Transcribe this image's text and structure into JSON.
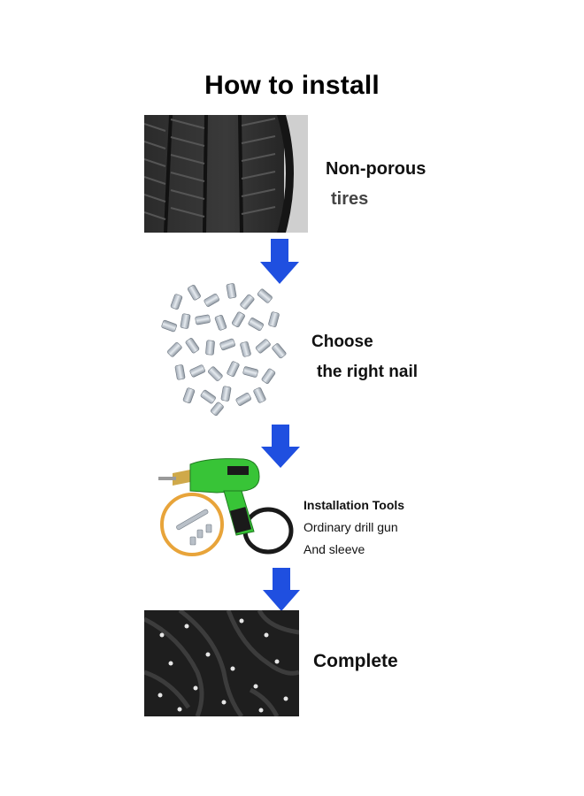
{
  "title": "How to install",
  "steps": [
    {
      "lines": [
        "Non-porous",
        "tires"
      ],
      "image": "tire-tread-image"
    },
    {
      "lines": [
        "Choose",
        "the right nail"
      ],
      "image": "tire-studs-image"
    },
    {
      "lines": [
        "Installation Tools",
        "Ordinary drill gun",
        "And sleeve"
      ],
      "image": "drill-gun-image"
    },
    {
      "lines": [
        "Complete"
      ],
      "image": "studded-tire-image"
    }
  ],
  "colors": {
    "arrow": "#1f4fe0",
    "drill": "#38c437"
  },
  "icons": [
    "arrow-down-icon"
  ]
}
